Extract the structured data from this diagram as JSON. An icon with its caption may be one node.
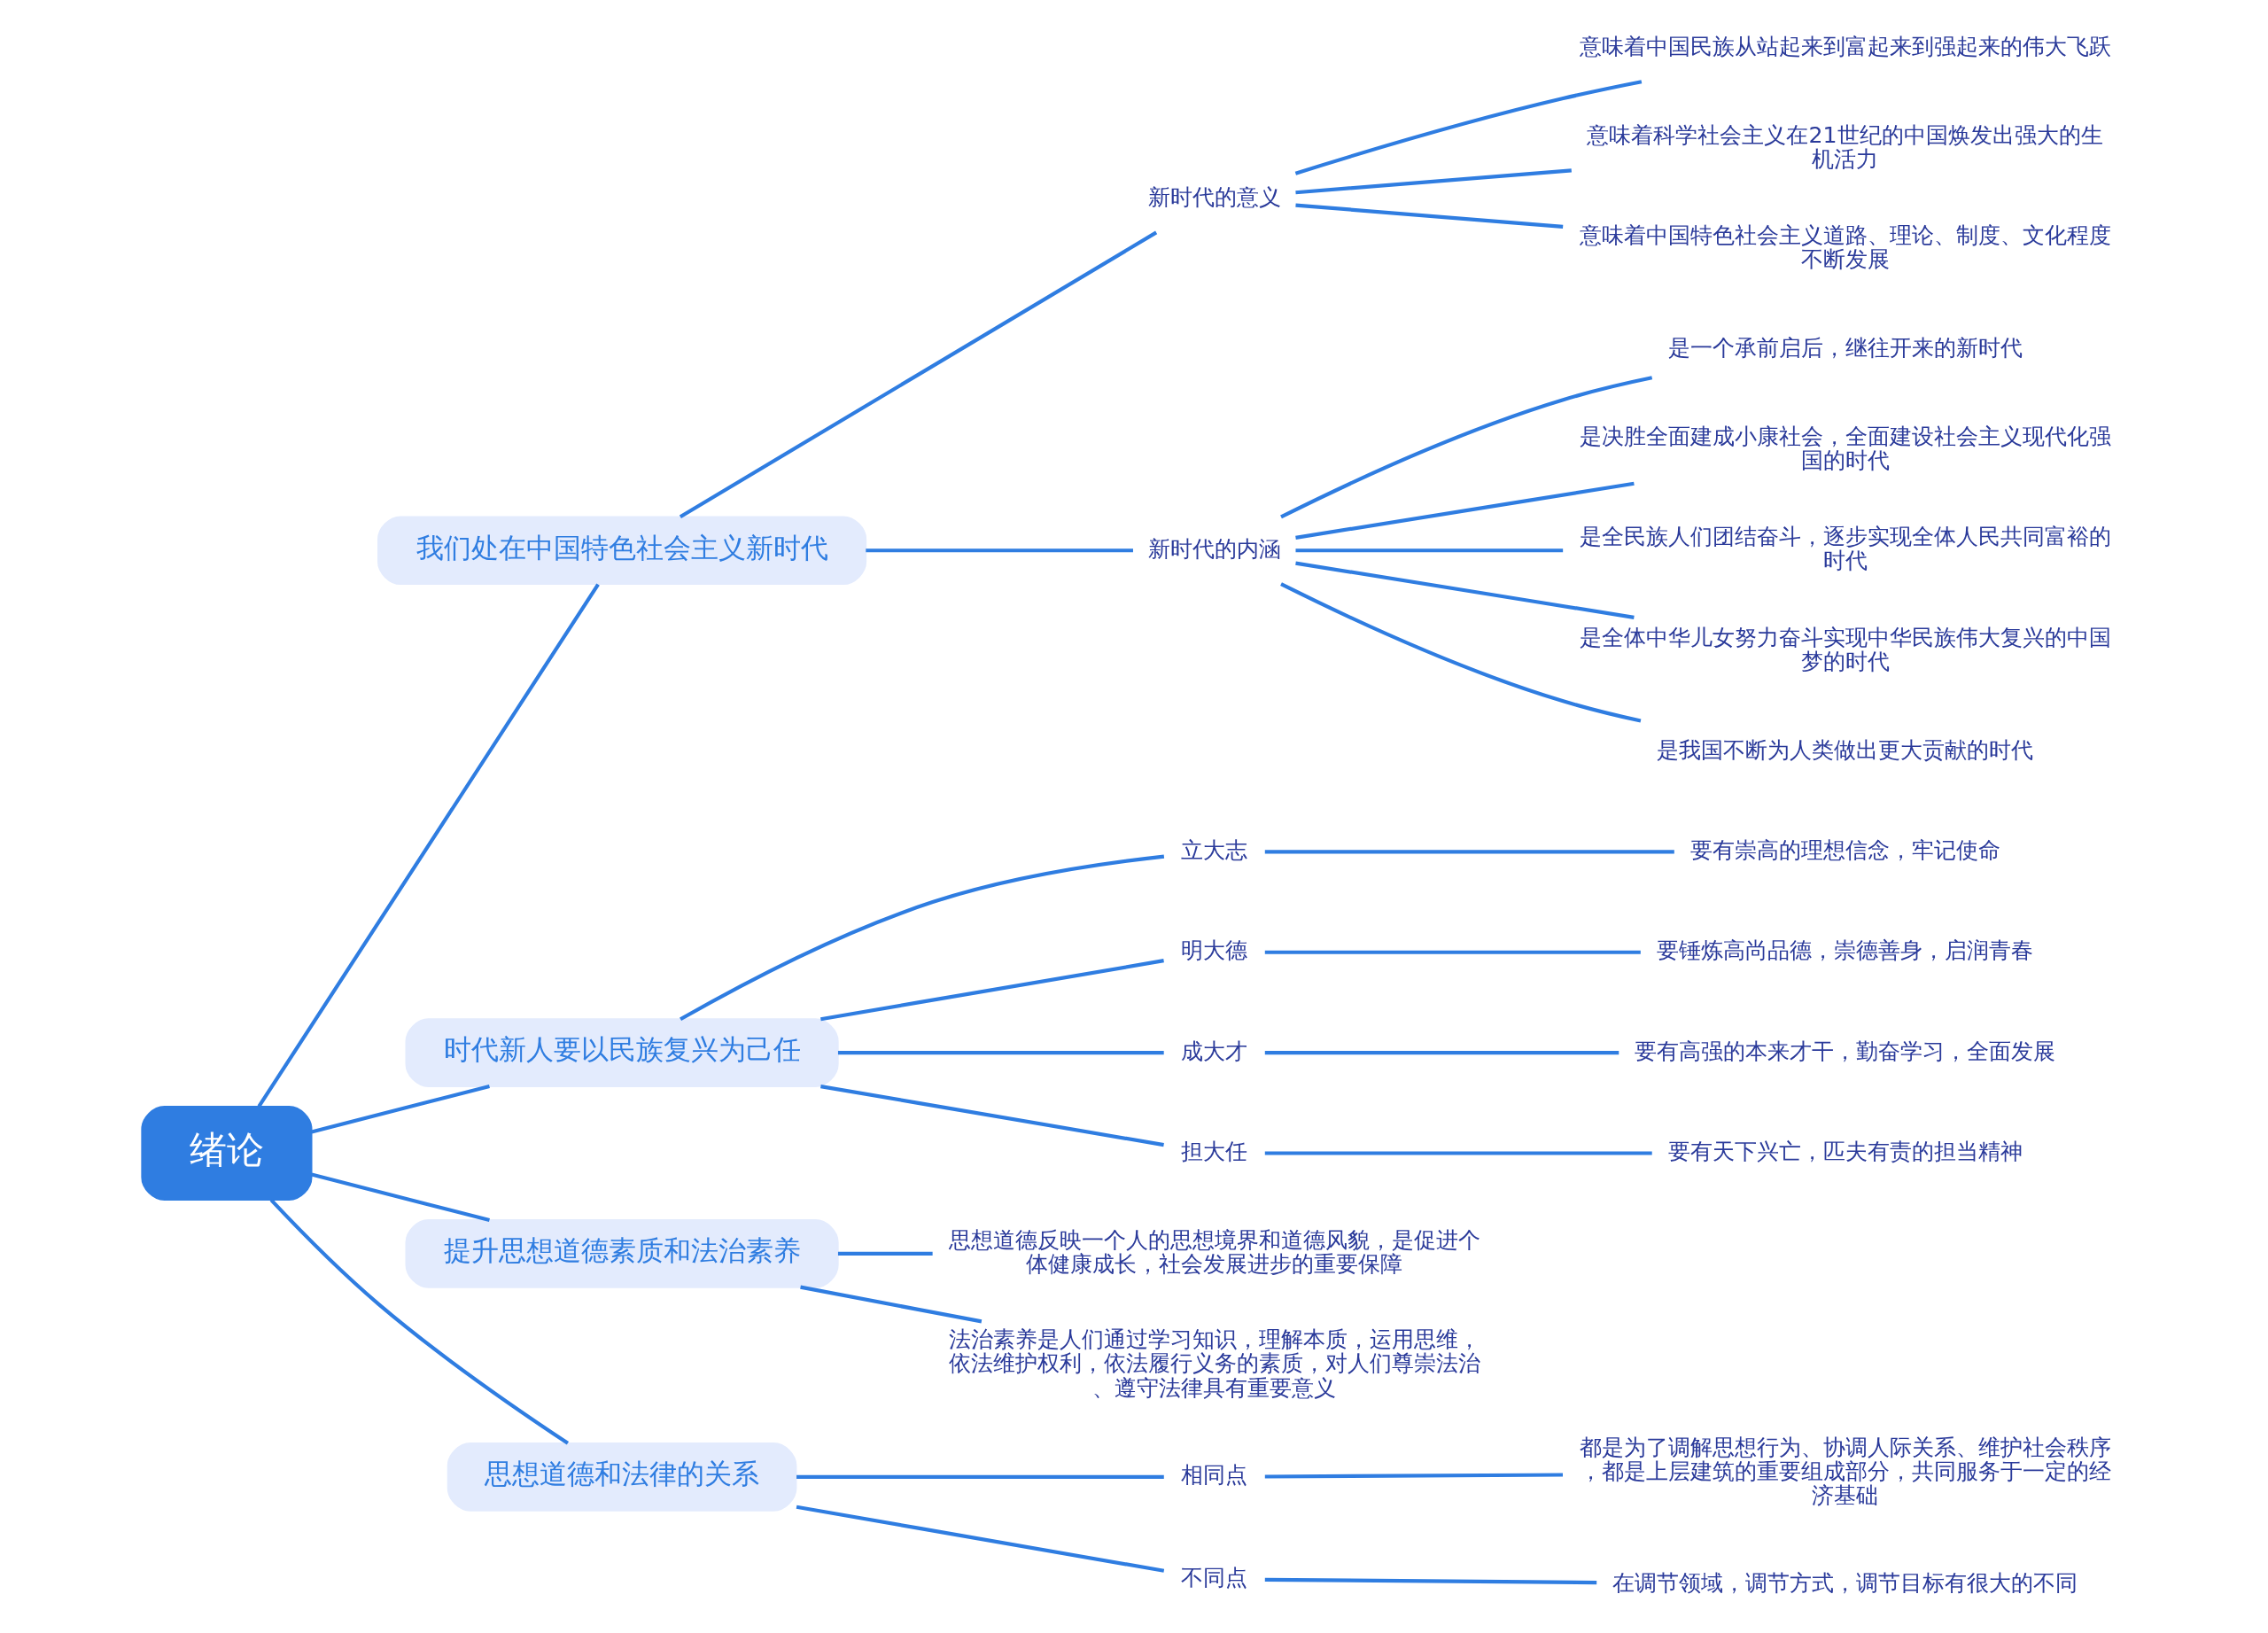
{
  "diagram": {
    "nodes": [
      {
        "text": [
          "绪论"
        ]
      },
      {
        "text": [
          "我们处在中国特色社会主义新时代"
        ]
      },
      {
        "text": [
          "新时代的意义"
        ]
      },
      {
        "text": [
          "意味着中国民族从站起来到富起来到强起来的伟大飞跃"
        ]
      },
      {
        "text": [
          "意味着科学社会主义在21世纪的中国焕发出强大的生机活力"
        ]
      },
      {
        "text": [
          "意味着中国特色社会主义道路、理论、制度、文化程度不断发展"
        ]
      },
      {
        "text": [
          "新时代的内涵"
        ]
      },
      {
        "text": [
          "是一个承前启后，继往开来的新时代"
        ]
      },
      {
        "text": [
          "是决胜全面建成小康社会，全面建设社会主义现代化强国的时代"
        ]
      },
      {
        "text": [
          "是全民族人们团结奋斗，逐步实现全体人民共同富裕的时代"
        ]
      },
      {
        "text": [
          "是全体中华儿女努力奋斗实现中华民族伟大复兴的中国梦的时代"
        ]
      },
      {
        "text": [
          "是我国不断为人类做出更大贡献的时代"
        ]
      },
      {
        "text": [
          "时代新人要以民族复兴为己任"
        ]
      },
      {
        "text": [
          "立大志"
        ]
      },
      {
        "text": [
          "要有崇高的理想信念，牢记使命"
        ]
      },
      {
        "text": [
          "明大德"
        ]
      },
      {
        "text": [
          "要锤炼高尚品德，崇德善身，启润青春"
        ]
      },
      {
        "text": [
          "成大才"
        ]
      },
      {
        "text": [
          "要有高强的本来才干，勤奋学习，全面发展"
        ]
      },
      {
        "text": [
          "担大任"
        ]
      },
      {
        "text": [
          "要有天下兴亡，匹夫有责的担当精神"
        ]
      },
      {
        "text": [
          "提升思想道德素质和法治素养"
        ]
      },
      {
        "text": [
          "思想道德反映一个人的思想境界和道德风貌，是促进个体健康成长，社会发展进步的重要保障"
        ]
      },
      {
        "text": [
          "法治素养是人们通过学习知识，理解本质，运用思维，依法维护权利，依法履行义务的素质，对人们尊崇法治、遵守法律具有重要意义"
        ]
      },
      {
        "text": [
          "思想道德和法律的关系"
        ]
      },
      {
        "text": [
          "相同点"
        ]
      },
      {
        "text": [
          "都是为了调解思想行为、协调人际关系、维护社会秩序，都是上层建筑的重要组成部分，共同服务于一定的经济基础"
        ]
      },
      {
        "text": [
          "不同点"
        ]
      },
      {
        "text": [
          "在调节领域，调节方式，调节目标有很大的不同"
        ]
      }
    ],
    "edges": [
      {
        "from": 0,
        "to": 1,
        "arrow": "none"
      },
      {
        "from": 1,
        "to": 2,
        "arrow": "none"
      },
      {
        "from": 2,
        "to": 3,
        "arrow": "none"
      },
      {
        "from": 2,
        "to": 4,
        "arrow": "none"
      },
      {
        "from": 2,
        "to": 5,
        "arrow": "none"
      },
      {
        "from": 1,
        "to": 6,
        "arrow": "none"
      },
      {
        "from": 6,
        "to": 7,
        "arrow": "none"
      },
      {
        "from": 6,
        "to": 8,
        "arrow": "none"
      },
      {
        "from": 6,
        "to": 9,
        "arrow": "none"
      },
      {
        "from": 6,
        "to": 10,
        "arrow": "none"
      },
      {
        "from": 6,
        "to": 11,
        "arrow": "none"
      },
      {
        "from": 0,
        "to": 12,
        "arrow": "none"
      },
      {
        "from": 12,
        "to": 13,
        "arrow": "none"
      },
      {
        "from": 13,
        "to": 14,
        "arrow": "none"
      },
      {
        "from": 12,
        "to": 15,
        "arrow": "none"
      },
      {
        "from": 15,
        "to": 16,
        "arrow": "none"
      },
      {
        "from": 12,
        "to": 17,
        "arrow": "none"
      },
      {
        "from": 17,
        "to": 18,
        "arrow": "none"
      },
      {
        "from": 12,
        "to": 19,
        "arrow": "none"
      },
      {
        "from": 19,
        "to": 20,
        "arrow": "none"
      },
      {
        "from": 0,
        "to": 21,
        "arrow": "none"
      },
      {
        "from": 21,
        "to": 22,
        "arrow": "none"
      },
      {
        "from": 21,
        "to": 23,
        "arrow": "none"
      },
      {
        "from": 0,
        "to": 24,
        "arrow": "none"
      },
      {
        "from": 24,
        "to": 25,
        "arrow": "none"
      },
      {
        "from": 25,
        "to": 26,
        "arrow": "none"
      },
      {
        "from": 24,
        "to": 27,
        "arrow": "none"
      },
      {
        "from": 27,
        "to": 28,
        "arrow": "none"
      }
    ]
  }
}
